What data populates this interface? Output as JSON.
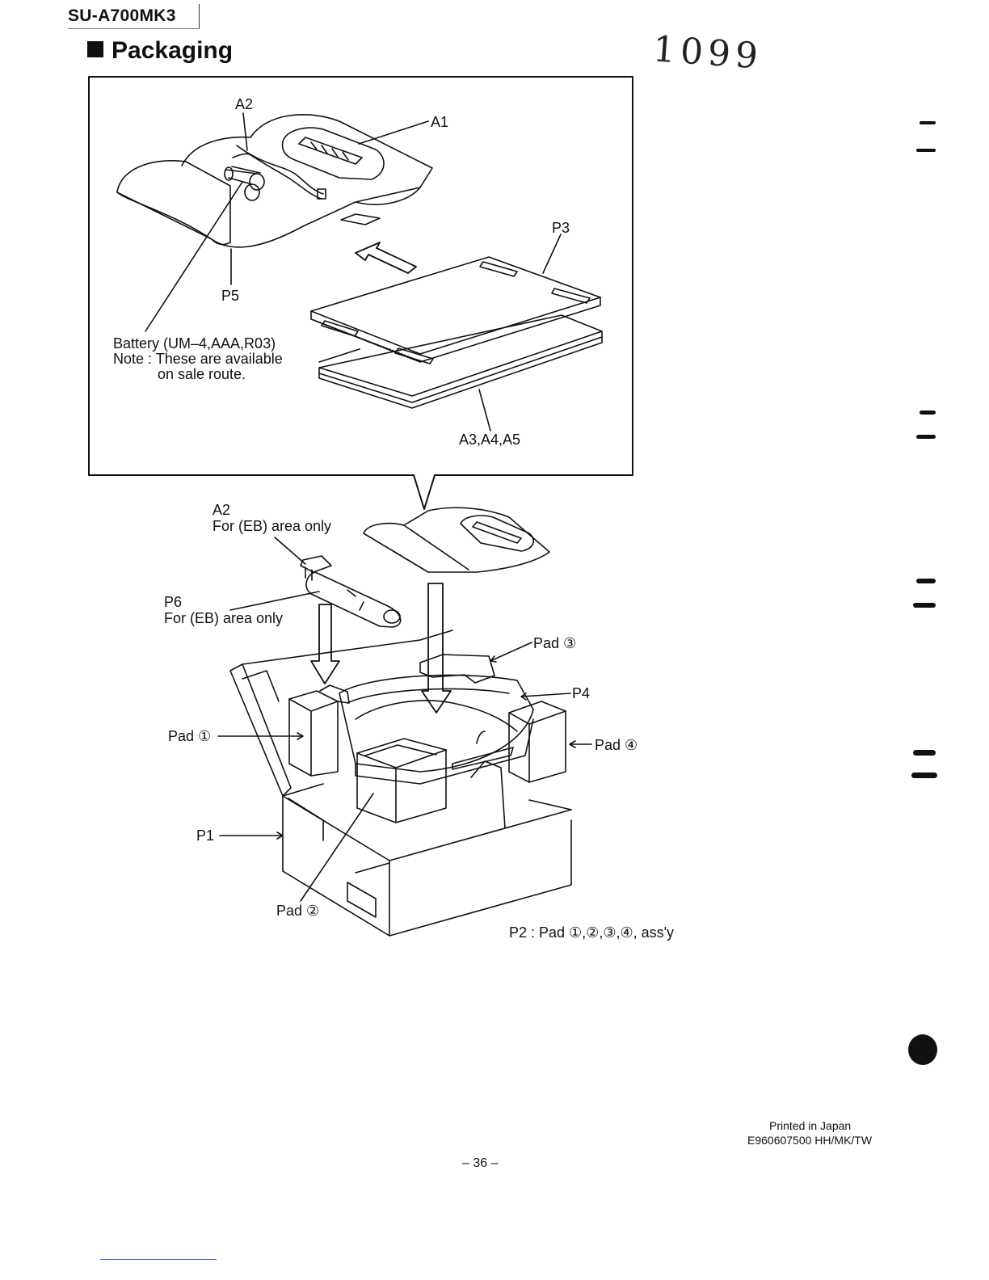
{
  "header": {
    "model": "SU-A700MK3"
  },
  "section": {
    "title": "Packaging"
  },
  "handwritten": "1099",
  "labels": {
    "a2_top": "A2",
    "a1": "A1",
    "p3": "P3",
    "p5": "P5",
    "battery": "Battery (UM–4,AAA,R03)",
    "note1": "Note : These are available",
    "note2": "on sale route.",
    "a345": "A3,A4,A5",
    "a2_bottom": "A2",
    "a2_area": "For (EB) area only",
    "p6": "P6",
    "p6_area": "For (EB) area only",
    "pad3": "Pad ③",
    "p4": "P4",
    "pad1": "Pad ①",
    "pad4": "Pad ④",
    "p1": "P1",
    "pad2": "Pad ②",
    "p2": "P2 : Pad ①,②,③,④, ass'y"
  },
  "footer": {
    "printed": "Printed in Japan",
    "code": "E960607500 HH/MK/TW",
    "page": "– 36 –"
  }
}
